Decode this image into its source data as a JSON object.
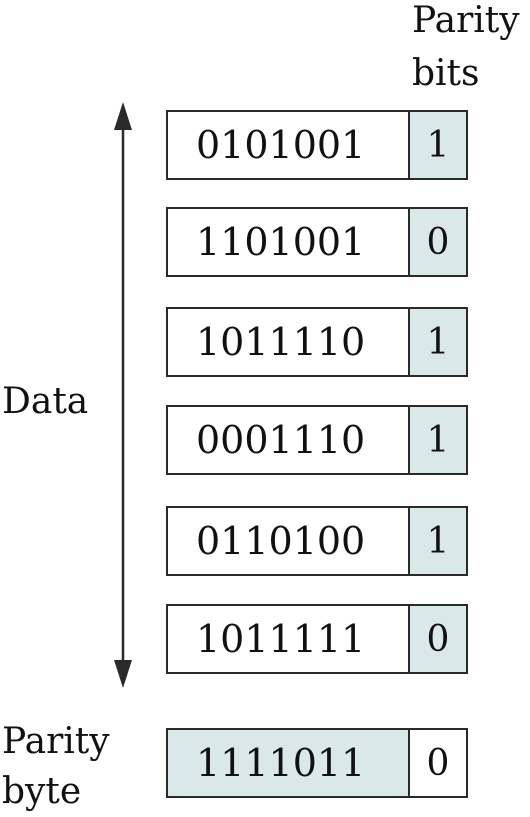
{
  "header": {
    "line1": "Parity",
    "line2": "bits"
  },
  "labels": {
    "data": "Data",
    "parity_byte_line1": "Parity",
    "parity_byte_line2": "byte"
  },
  "rows": [
    {
      "bits": "0101001",
      "parity": "1"
    },
    {
      "bits": "1101001",
      "parity": "0"
    },
    {
      "bits": "1011110",
      "parity": "1"
    },
    {
      "bits": "0001110",
      "parity": "1"
    },
    {
      "bits": "0110100",
      "parity": "1"
    },
    {
      "bits": "1011111",
      "parity": "0"
    }
  ],
  "parity_byte": {
    "bits": "1111011",
    "parity": "0"
  },
  "colors": {
    "shade": "#dbe8e8",
    "stroke": "#2a2a2a"
  }
}
